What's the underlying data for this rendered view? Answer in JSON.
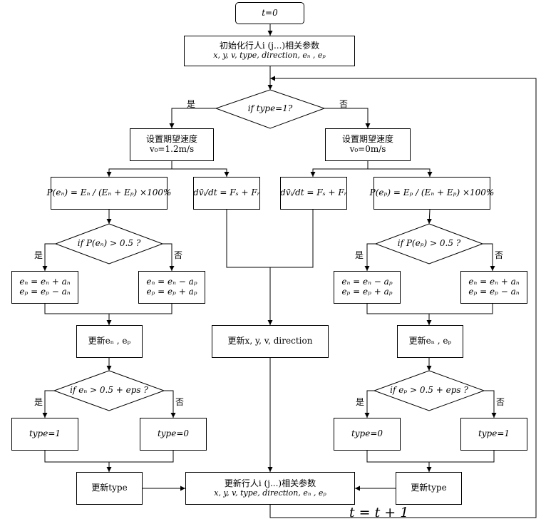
{
  "start": "t=0",
  "init": {
    "line1": "初始化行人i (j...)相关参数",
    "line2": "x, y, v,  type, direction, eₙ , eₚ"
  },
  "decision_type": "if  type=1?",
  "yes": "是",
  "no": "否",
  "set_speed_left": {
    "line1": "设置期望速度",
    "line2": "v₀=1.2m/s"
  },
  "set_speed_right": {
    "line1": "设置期望速度",
    "line2": "v₀=0m/s"
  },
  "prob_left": "P(eₙ) = Eₙ / (Eₙ + Eₚ) ×100%",
  "prob_right": "P(eₚ) = Eₚ / (Eₙ + Eₚ) ×100%",
  "force_left": "dv̄ᵢ/dt = Fₛ + Fᵣ",
  "force_right": "dv̄ᵢ/dt = Fₛ + Fᵣ",
  "decision_pn": "if P(eₙ) > 0.5 ?",
  "decision_pp": "if P(eₚ) > 0.5 ?",
  "upd_a": {
    "line1": "eₙ = eₙ + aₙ",
    "line2": "eₚ = eₚ − aₙ"
  },
  "upd_b": {
    "line1": "eₙ = eₙ − aₚ",
    "line2": "eₚ = eₚ + aₚ"
  },
  "upd_c": {
    "line1": "eₙ = eₙ − aₚ",
    "line2": "eₚ = eₚ + aₚ"
  },
  "upd_d": {
    "line1": "eₙ = eₙ + aₙ",
    "line2": "eₚ = eₚ − aₙ"
  },
  "update_e_left": "更新eₙ , eₚ",
  "update_e_right": "更新eₙ , eₚ",
  "update_pos": "更新x, y, v, direction",
  "decision_en": "if eₙ > 0.5 + eps ?",
  "decision_ep": "if eₚ > 0.5 + eps ?",
  "type1_left": "type=1",
  "type0_left": "type=0",
  "type0_right": "type=0",
  "type1_right": "type=1",
  "update_type_left": "更新type",
  "update_type_right": "更新type",
  "final": {
    "line1": "更新行人i (j...)相关参数",
    "line2": "x, y, v,  type, direction, eₙ , eₚ"
  },
  "loop": "t = t + 1"
}
